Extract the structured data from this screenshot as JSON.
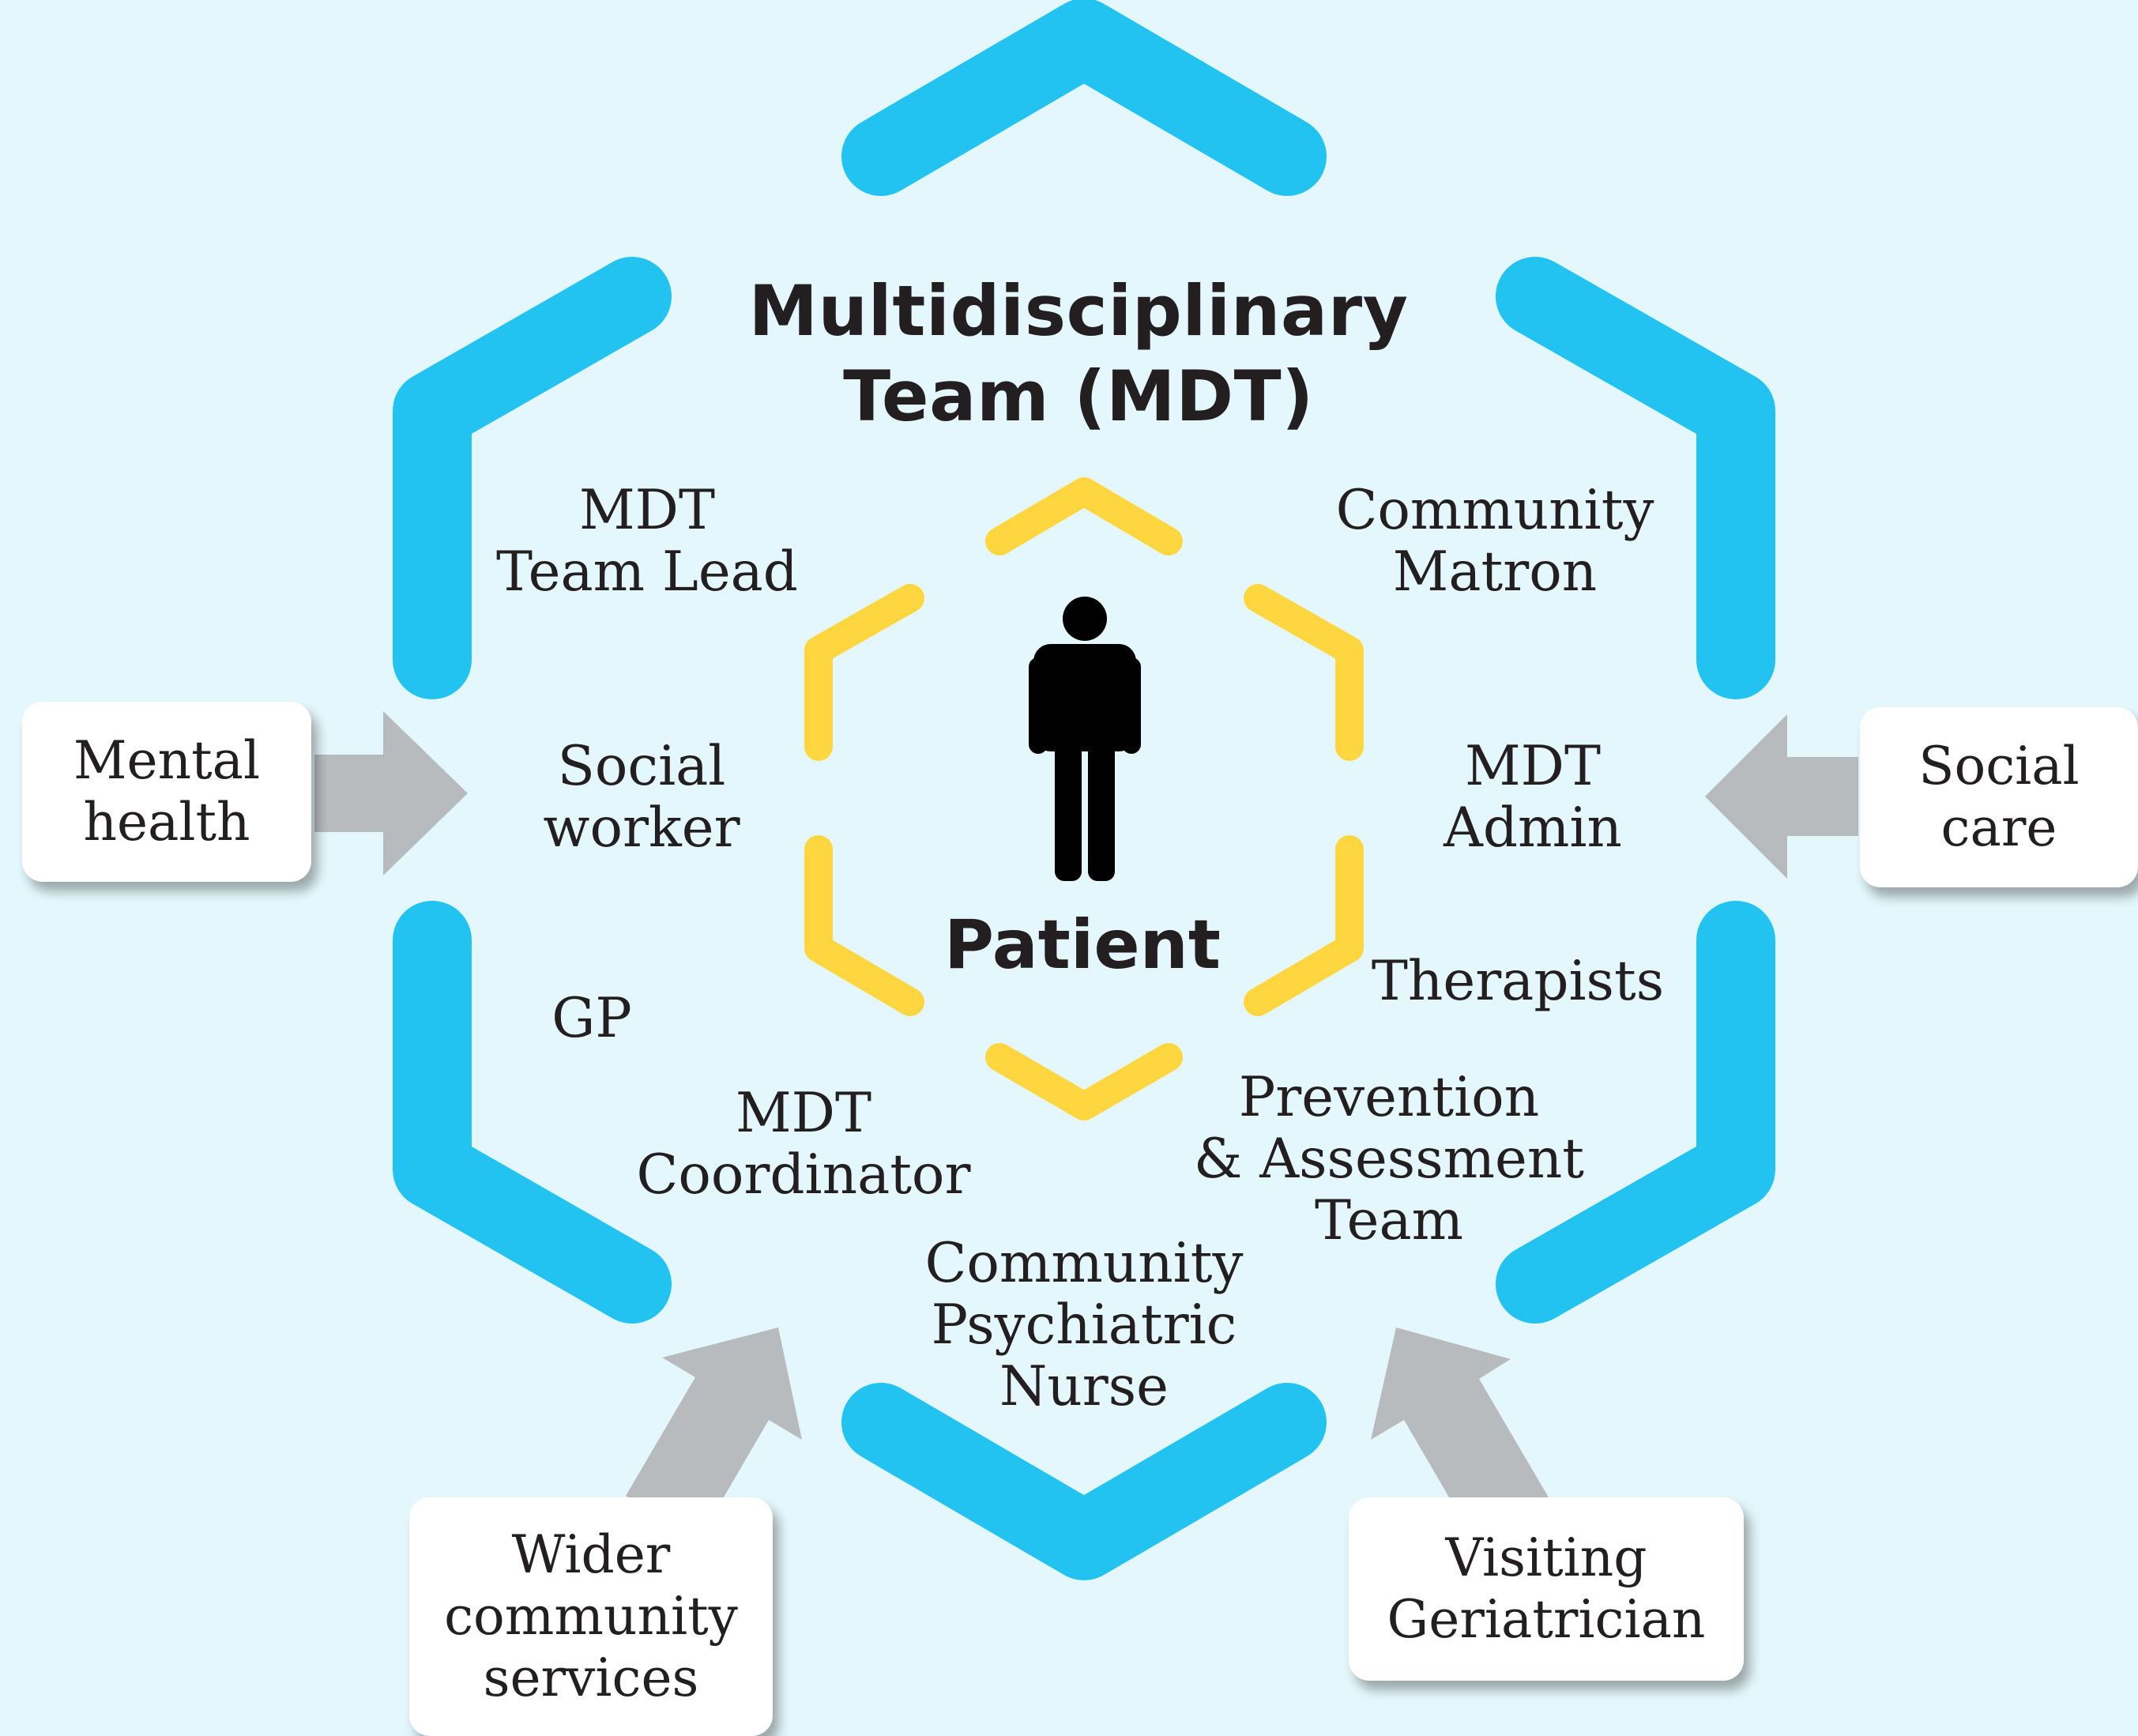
{
  "title": "Multidisciplinary\nTeam (MDT)",
  "center": "Patient",
  "colors": {
    "background": "#e4f7fc",
    "outer_hexagon": "#22c3f1",
    "inner_hexagon": "#fed63f",
    "arrow": "#b8bbbd",
    "box": "#ffffff",
    "text": "#231f20"
  },
  "icons": {
    "patient": "person-silhouette-icon"
  },
  "team_members": [
    {
      "id": "mdt-team-lead",
      "text": "MDT\nTeam Lead"
    },
    {
      "id": "community-matron",
      "text": "Community\nMatron"
    },
    {
      "id": "social-worker",
      "text": "Social\nworker"
    },
    {
      "id": "mdt-admin",
      "text": "MDT\nAdmin"
    },
    {
      "id": "therapists",
      "text": "Therapists"
    },
    {
      "id": "gp",
      "text": "GP"
    },
    {
      "id": "mdt-coordinator",
      "text": "MDT\nCoordinator"
    },
    {
      "id": "prevention-assessment-team",
      "text": "Prevention\n& Assessment\nTeam"
    },
    {
      "id": "community-psychiatric-nurse",
      "text": "Community\nPsychiatric\nNurse"
    }
  ],
  "external_services": [
    {
      "id": "mental-health",
      "text": "Mental\nhealth"
    },
    {
      "id": "social-care",
      "text": "Social\ncare"
    },
    {
      "id": "wider-community-services",
      "text": "Wider\ncommunity\nservices"
    },
    {
      "id": "visiting-geriatrician",
      "text": "Visiting\nGeriatrician"
    }
  ]
}
